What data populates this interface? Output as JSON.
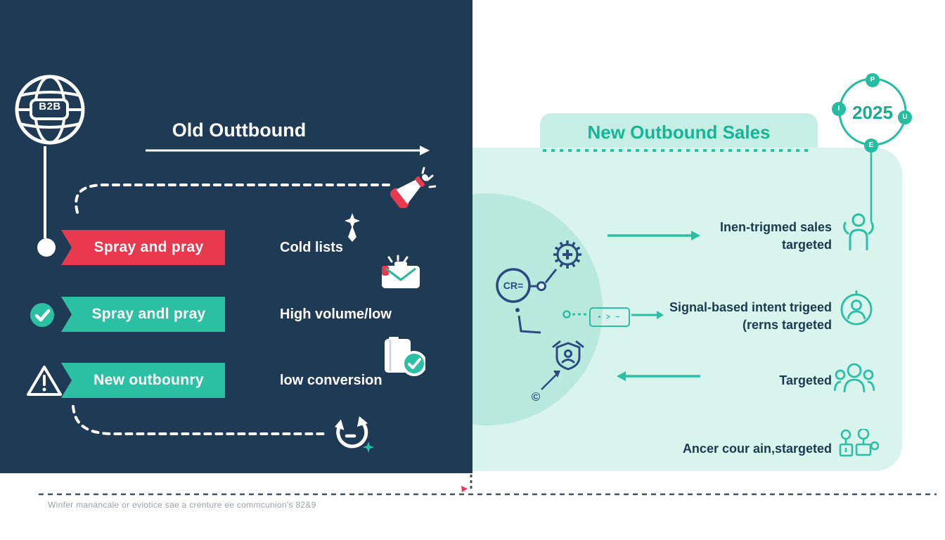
{
  "colors": {
    "navy_bg": "#1e3a55",
    "accent_red": "#e8394e",
    "accent_teal": "#2bc0a3",
    "panel_teal": "#d9f3ed",
    "header_teal": "#c7eee5",
    "circle_teal": "#b9e9dc",
    "title_teal": "#14b697",
    "item_text": "#1b3a50",
    "flow_navy": "#2b4a80"
  },
  "left_panel": {
    "logo": "B2B",
    "title": "Old Outtbound",
    "rows": [
      {
        "banner": "Spray and pray",
        "label": "Cold lists"
      },
      {
        "banner": "Spray andl pray",
        "label": "High volume/low"
      },
      {
        "banner": "New outbounry",
        "label": "low conversion"
      }
    ],
    "icons": [
      "globe-b2b",
      "megaphone",
      "pen-sparkle",
      "mail-briefcase",
      "document-check",
      "refresh-cycle",
      "check-circle",
      "warning-triangle"
    ]
  },
  "right_panel": {
    "title": "New Outbound Sales",
    "badge": {
      "year": "2025",
      "nodes": [
        "P",
        "I",
        "U",
        "E"
      ]
    },
    "flow": {
      "crm_label": "CR=",
      "box_glyphs": "▪ > −",
      "copyright_glyph": "©"
    },
    "items": [
      {
        "line1": "Inen-trigmed sales",
        "line2": "targeted"
      },
      {
        "line1": "Signal-based intent trigeed",
        "line2": "(rerns targeted"
      },
      {
        "line1": "Targeted",
        "line2": ""
      },
      {
        "line1": "Ancer cour ain,stargeted",
        "line2": ""
      }
    ],
    "icons": [
      "gear-plus",
      "crm-circle",
      "shield-person",
      "copyright",
      "flow-box",
      "person-arms-up",
      "person-circle",
      "people-group",
      "figurines"
    ]
  },
  "footer": {
    "caption": "Winfer manancale or eviotice sae a crenture ee commcunion's 82&9"
  }
}
